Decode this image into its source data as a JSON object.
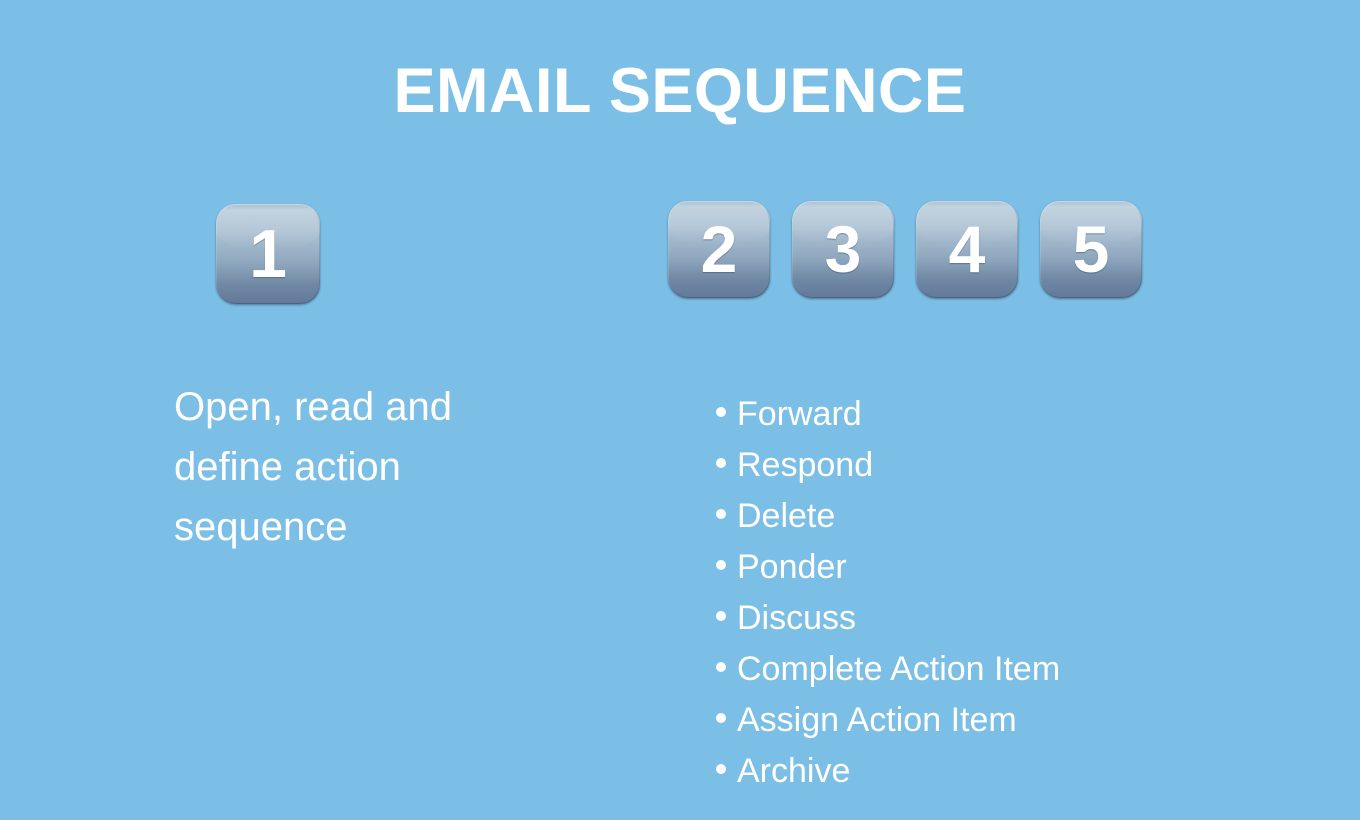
{
  "slide": {
    "background_color": "#7cbfe6",
    "text_color": "#ffffff",
    "title": "EMAIL SEQUENCE"
  },
  "badges": {
    "accent_top_color": "#b4c8d8",
    "accent_bottom_color": "#63799a",
    "left_group": [
      {
        "label": "1"
      }
    ],
    "right_group": [
      {
        "label": "2"
      },
      {
        "label": "3"
      },
      {
        "label": "4"
      },
      {
        "label": "5"
      }
    ]
  },
  "left_column": {
    "description": "Open, read and define action sequence"
  },
  "right_column": {
    "bullets": [
      {
        "label": "Forward"
      },
      {
        "label": "Respond"
      },
      {
        "label": "Delete"
      },
      {
        "label": "Ponder"
      },
      {
        "label": "Discuss"
      },
      {
        "label": "Complete Action Item"
      },
      {
        "label": "Assign Action Item"
      },
      {
        "label": "Archive"
      }
    ]
  }
}
